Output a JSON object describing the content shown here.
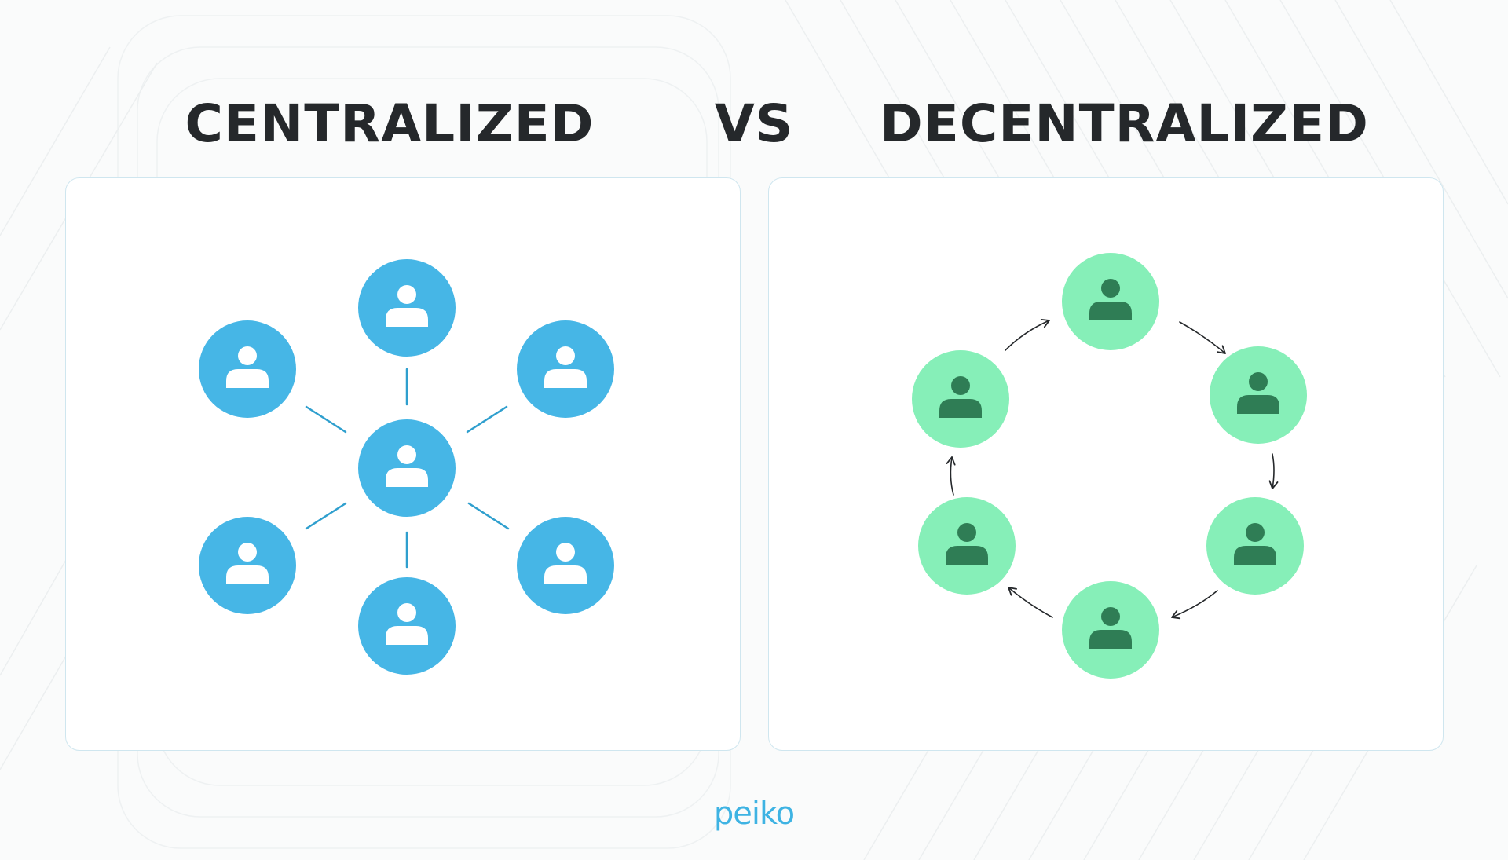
{
  "heading": {
    "left": "CENTRALIZED",
    "vs": "VS",
    "right": "DECENTRALIZED"
  },
  "colors": {
    "centralized_node": "#46b6e6",
    "centralized_icon": "#ffffff",
    "centralized_link": "#2f9fce",
    "decentralized_node": "#86efb8",
    "decentralized_icon": "#2f7d55",
    "arrow": "#25282b",
    "title": "#25282b",
    "brand": "#3eb3e3"
  },
  "icons": {
    "node": "user-icon",
    "connector": "arrow-icon"
  },
  "logo": {
    "text": "peiko"
  }
}
